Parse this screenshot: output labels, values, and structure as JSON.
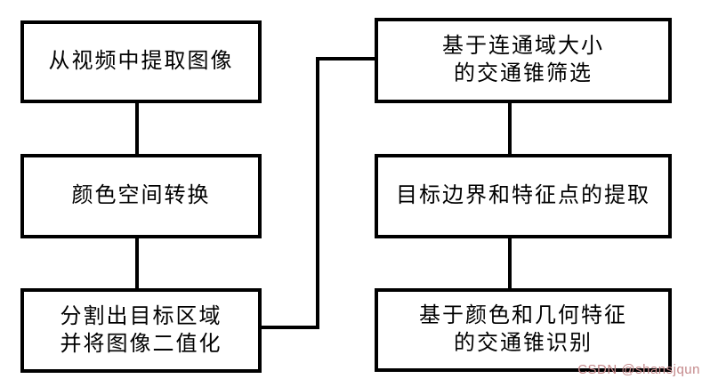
{
  "diagram": {
    "title_hint": "traffic-cone-detection-flowchart",
    "background_color": "#ffffff",
    "box_border_color": "#000000",
    "text_color": "#000000",
    "left_column": [
      {
        "id": "extract-image-from-video",
        "lines": [
          "从视频中提取图像"
        ]
      },
      {
        "id": "color-space-conversion",
        "lines": [
          "颜色空间转换"
        ]
      },
      {
        "id": "segment-and-binarize",
        "lines": [
          "分割出目标区域",
          "并将图像二值化"
        ]
      }
    ],
    "right_column": [
      {
        "id": "cone-filter-by-connected-domain",
        "lines": [
          "基于连通域大小",
          "的交通锥筛选"
        ]
      },
      {
        "id": "boundary-and-feature-extraction",
        "lines": [
          "目标边界和特征点的提取"
        ]
      },
      {
        "id": "cone-recognition-by-color-geometry",
        "lines": [
          "基于颜色和几何特征",
          "的交通锥识别"
        ]
      }
    ]
  },
  "watermark": {
    "text": "CSDN @shansjqun",
    "color": "#c4888a"
  }
}
